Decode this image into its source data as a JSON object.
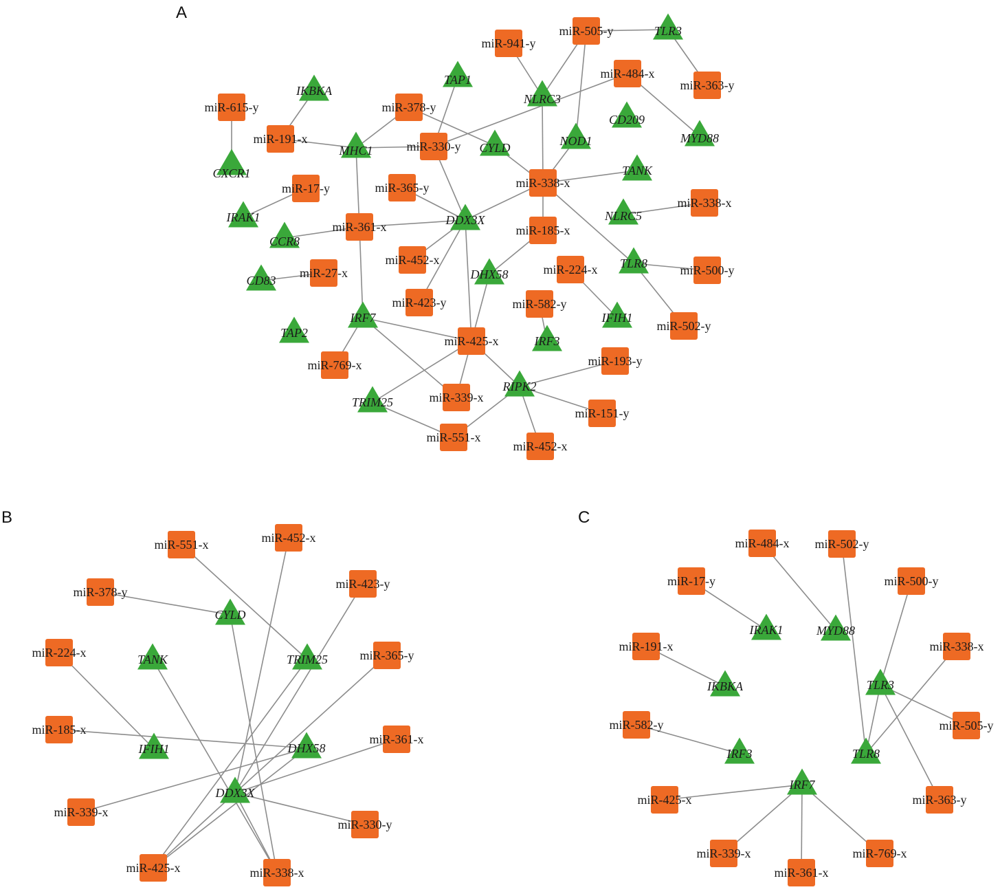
{
  "colors": {
    "mirna": "#ee6a24",
    "gene": "#3aa83a",
    "edge": "#8c8c8c"
  },
  "panels": [
    {
      "letter": "A",
      "nodes": [
        {
          "id": "a_mir615y",
          "label": "miR-615-y",
          "type": "mirna"
        },
        {
          "id": "a_ikbka",
          "label": "IKBKA",
          "type": "gene"
        },
        {
          "id": "a_mir191x",
          "label": "miR-191-x",
          "type": "mirna"
        },
        {
          "id": "a_cxcr1",
          "label": "CXCR1",
          "type": "gene"
        },
        {
          "id": "a_mhc1",
          "label": "MHC1",
          "type": "gene"
        },
        {
          "id": "a_mir378y",
          "label": "miR-378-y",
          "type": "mirna"
        },
        {
          "id": "a_tap1",
          "label": "TAP1",
          "type": "gene"
        },
        {
          "id": "a_mir941y",
          "label": "miR-941-y",
          "type": "mirna"
        },
        {
          "id": "a_mir505y",
          "label": "miR-505-y",
          "type": "mirna"
        },
        {
          "id": "a_tlr3",
          "label": "TLR3",
          "type": "gene"
        },
        {
          "id": "a_mir484x",
          "label": "miR-484-x",
          "type": "mirna"
        },
        {
          "id": "a_mir363y",
          "label": "miR-363-y",
          "type": "mirna"
        },
        {
          "id": "a_nlrc3",
          "label": "NLRC3",
          "type": "gene"
        },
        {
          "id": "a_cd209",
          "label": "CD209",
          "type": "gene"
        },
        {
          "id": "a_myd88",
          "label": "MYD88",
          "type": "gene"
        },
        {
          "id": "a_mir330y",
          "label": "miR-330-y",
          "type": "mirna"
        },
        {
          "id": "a_cyld",
          "label": "CYLD",
          "type": "gene"
        },
        {
          "id": "a_nod1",
          "label": "NOD1",
          "type": "gene"
        },
        {
          "id": "a_tank",
          "label": "TANK",
          "type": "gene"
        },
        {
          "id": "a_mir338x",
          "label": "miR-338-x",
          "type": "mirna"
        },
        {
          "id": "a_mir17y",
          "label": "miR-17-y",
          "type": "mirna"
        },
        {
          "id": "a_irak1",
          "label": "IRAK1",
          "type": "gene"
        },
        {
          "id": "a_mir365y",
          "label": "miR-365-y",
          "type": "mirna"
        },
        {
          "id": "a_mir361x",
          "label": "miR-361-x",
          "type": "mirna"
        },
        {
          "id": "a_ccr8",
          "label": "CCR8",
          "type": "gene"
        },
        {
          "id": "a_ddx3x",
          "label": "DDX3X",
          "type": "gene"
        },
        {
          "id": "a_mir185x",
          "label": "miR-185-x",
          "type": "mirna"
        },
        {
          "id": "a_nlrc5",
          "label": "NLRC5",
          "type": "gene"
        },
        {
          "id": "a_mir338x_b",
          "label": "miR-338-x",
          "type": "mirna"
        },
        {
          "id": "a_mir452x",
          "label": "miR-452-x",
          "type": "mirna"
        },
        {
          "id": "a_cd83",
          "label": "CD83",
          "type": "gene"
        },
        {
          "id": "a_mir27x",
          "label": "miR-27-x",
          "type": "mirna"
        },
        {
          "id": "a_dhx58",
          "label": "DHX58",
          "type": "gene"
        },
        {
          "id": "a_mir224x",
          "label": "miR-224-x",
          "type": "mirna"
        },
        {
          "id": "a_tlr8",
          "label": "TLR8",
          "type": "gene"
        },
        {
          "id": "a_mir500y",
          "label": "miR-500-y",
          "type": "mirna"
        },
        {
          "id": "a_mir423y",
          "label": "miR-423-y",
          "type": "mirna"
        },
        {
          "id": "a_mir582y",
          "label": "miR-582-y",
          "type": "mirna"
        },
        {
          "id": "a_ifih1",
          "label": "IFIH1",
          "type": "gene"
        },
        {
          "id": "a_mir502y",
          "label": "miR-502-y",
          "type": "mirna"
        },
        {
          "id": "a_irf7",
          "label": "IRF7",
          "type": "gene"
        },
        {
          "id": "a_irf3",
          "label": "IRF3",
          "type": "gene"
        },
        {
          "id": "a_tap2",
          "label": "TAP2",
          "type": "gene"
        },
        {
          "id": "a_mir425x",
          "label": "miR-425-x",
          "type": "mirna"
        },
        {
          "id": "a_mir769x",
          "label": "miR-769-x",
          "type": "mirna"
        },
        {
          "id": "a_mir193y",
          "label": "miR-193-y",
          "type": "mirna"
        },
        {
          "id": "a_ripk2",
          "label": "RIPK2",
          "type": "gene"
        },
        {
          "id": "a_trim25",
          "label": "TRIM25",
          "type": "gene"
        },
        {
          "id": "a_mir339x",
          "label": "miR-339-x",
          "type": "mirna"
        },
        {
          "id": "a_mir151y",
          "label": "miR-151-y",
          "type": "mirna"
        },
        {
          "id": "a_mir551x",
          "label": "miR-551-x",
          "type": "mirna"
        },
        {
          "id": "a_mir452x_b",
          "label": "miR-452-x",
          "type": "mirna"
        }
      ],
      "edges": [
        [
          "a_mir615y",
          "a_cxcr1"
        ],
        [
          "a_ikbka",
          "a_mir191x"
        ],
        [
          "a_mir191x",
          "a_mhc1"
        ],
        [
          "a_mhc1",
          "a_mir378y"
        ],
        [
          "a_mhc1",
          "a_mir330y"
        ],
        [
          "a_mhc1",
          "a_mir361x"
        ],
        [
          "a_mir378y",
          "a_cyld"
        ],
        [
          "a_tap1",
          "a_mir330y"
        ],
        [
          "a_mir330y",
          "a_mir484x"
        ],
        [
          "a_mir330y",
          "a_ddx3x"
        ],
        [
          "a_mir941y",
          "a_nlrc3"
        ],
        [
          "a_mir505y",
          "a_nlrc3"
        ],
        [
          "a_mir505y",
          "a_tlr3"
        ],
        [
          "a_mir505y",
          "a_nod1"
        ],
        [
          "a_tlr3",
          "a_mir363y"
        ],
        [
          "a_mir484x",
          "a_myd88"
        ],
        [
          "a_nlrc3",
          "a_mir338x"
        ],
        [
          "a_cyld",
          "a_mir338x"
        ],
        [
          "a_nod1",
          "a_mir338x"
        ],
        [
          "a_tank",
          "a_mir338x"
        ],
        [
          "a_mir338x",
          "a_ddx3x"
        ],
        [
          "a_mir338x",
          "a_mir185x"
        ],
        [
          "a_mir338x",
          "a_tlr8"
        ],
        [
          "a_mir17y",
          "a_irak1"
        ],
        [
          "a_mir365y",
          "a_ddx3x"
        ],
        [
          "a_mir361x",
          "a_ccr8"
        ],
        [
          "a_mir361x",
          "a_ddx3x"
        ],
        [
          "a_mir361x",
          "a_irf7"
        ],
        [
          "a_ddx3x",
          "a_mir452x"
        ],
        [
          "a_ddx3x",
          "a_mir423y"
        ],
        [
          "a_ddx3x",
          "a_mir425x"
        ],
        [
          "a_mir185x",
          "a_dhx58"
        ],
        [
          "a_nlrc5",
          "a_mir338x_b"
        ],
        [
          "a_cd83",
          "a_mir27x"
        ],
        [
          "a_dhx58",
          "a_mir425x"
        ],
        [
          "a_mir224x",
          "a_ifih1"
        ],
        [
          "a_tlr8",
          "a_mir500y"
        ],
        [
          "a_tlr8",
          "a_mir502y"
        ],
        [
          "a_mir582y",
          "a_irf3"
        ],
        [
          "a_irf7",
          "a_mir425x"
        ],
        [
          "a_irf7",
          "a_mir769x"
        ],
        [
          "a_irf7",
          "a_mir339x"
        ],
        [
          "a_mir425x",
          "a_trim25"
        ],
        [
          "a_mir425x",
          "a_mir339x"
        ],
        [
          "a_mir425x",
          "a_ripk2"
        ],
        [
          "a_ripk2",
          "a_mir193y"
        ],
        [
          "a_ripk2",
          "a_mir151y"
        ],
        [
          "a_ripk2",
          "a_mir551x"
        ],
        [
          "a_ripk2",
          "a_mir452x_b"
        ],
        [
          "a_trim25",
          "a_mir551x"
        ]
      ]
    },
    {
      "letter": "B",
      "nodes": [
        {
          "id": "b_mir551x",
          "label": "miR-551-x",
          "type": "mirna"
        },
        {
          "id": "b_mir452x",
          "label": "miR-452-x",
          "type": "mirna"
        },
        {
          "id": "b_mir378y",
          "label": "miR-378-y",
          "type": "mirna"
        },
        {
          "id": "b_mir423y",
          "label": "miR-423-y",
          "type": "mirna"
        },
        {
          "id": "b_cyld",
          "label": "CYLD",
          "type": "gene"
        },
        {
          "id": "b_mir224x",
          "label": "miR-224-x",
          "type": "mirna"
        },
        {
          "id": "b_tank",
          "label": "TANK",
          "type": "gene"
        },
        {
          "id": "b_trim25",
          "label": "TRIM25",
          "type": "gene"
        },
        {
          "id": "b_mir365y",
          "label": "miR-365-y",
          "type": "mirna"
        },
        {
          "id": "b_mir185x",
          "label": "miR-185-x",
          "type": "mirna"
        },
        {
          "id": "b_ifih1",
          "label": "IFIH1",
          "type": "gene"
        },
        {
          "id": "b_dhx58",
          "label": "DHX58",
          "type": "gene"
        },
        {
          "id": "b_mir361x",
          "label": "miR-361-x",
          "type": "mirna"
        },
        {
          "id": "b_ddx3x",
          "label": "DDX3X",
          "type": "gene"
        },
        {
          "id": "b_mir339x",
          "label": "miR-339-x",
          "type": "mirna"
        },
        {
          "id": "b_mir330y",
          "label": "miR-330-y",
          "type": "mirna"
        },
        {
          "id": "b_mir425x",
          "label": "miR-425-x",
          "type": "mirna"
        },
        {
          "id": "b_mir338x",
          "label": "miR-338-x",
          "type": "mirna"
        }
      ],
      "edges": [
        [
          "b_mir551x",
          "b_trim25"
        ],
        [
          "b_mir378y",
          "b_cyld"
        ],
        [
          "b_cyld",
          "b_mir338x"
        ],
        [
          "b_mir224x",
          "b_ifih1"
        ],
        [
          "b_tank",
          "b_mir338x"
        ],
        [
          "b_mir185x",
          "b_dhx58"
        ],
        [
          "b_mir452x",
          "b_ddx3x"
        ],
        [
          "b_mir423y",
          "b_ddx3x"
        ],
        [
          "b_mir365y",
          "b_ddx3x"
        ],
        [
          "b_mir361x",
          "b_ddx3x"
        ],
        [
          "b_mir339x",
          "b_dhx58"
        ],
        [
          "b_ddx3x",
          "b_mir330y"
        ],
        [
          "b_ddx3x",
          "b_mir425x"
        ],
        [
          "b_ddx3x",
          "b_mir338x"
        ],
        [
          "b_trim25",
          "b_mir425x"
        ],
        [
          "b_dhx58",
          "b_mir425x"
        ]
      ]
    },
    {
      "letter": "C",
      "nodes": [
        {
          "id": "c_mir484x",
          "label": "miR-484-x",
          "type": "mirna"
        },
        {
          "id": "c_mir502y",
          "label": "miR-502-y",
          "type": "mirna"
        },
        {
          "id": "c_mir17y",
          "label": "miR-17-y",
          "type": "mirna"
        },
        {
          "id": "c_mir500y",
          "label": "miR-500-y",
          "type": "mirna"
        },
        {
          "id": "c_irak1",
          "label": "IRAK1",
          "type": "gene"
        },
        {
          "id": "c_myd88",
          "label": "MYD88",
          "type": "gene"
        },
        {
          "id": "c_mir191x",
          "label": "miR-191-x",
          "type": "mirna"
        },
        {
          "id": "c_mir338x",
          "label": "miR-338-x",
          "type": "mirna"
        },
        {
          "id": "c_ikbka",
          "label": "IKBKA",
          "type": "gene"
        },
        {
          "id": "c_tlr3",
          "label": "TLR3",
          "type": "gene"
        },
        {
          "id": "c_mir582y",
          "label": "miR-582-y",
          "type": "mirna"
        },
        {
          "id": "c_mir505y",
          "label": "miR-505-y",
          "type": "mirna"
        },
        {
          "id": "c_irf3",
          "label": "IRF3",
          "type": "gene"
        },
        {
          "id": "c_tlr8",
          "label": "TLR8",
          "type": "gene"
        },
        {
          "id": "c_irf7",
          "label": "IRF7",
          "type": "gene"
        },
        {
          "id": "c_mir425x",
          "label": "miR-425-x",
          "type": "mirna"
        },
        {
          "id": "c_mir363y",
          "label": "miR-363-y",
          "type": "mirna"
        },
        {
          "id": "c_mir339x",
          "label": "miR-339-x",
          "type": "mirna"
        },
        {
          "id": "c_mir769x",
          "label": "miR-769-x",
          "type": "mirna"
        },
        {
          "id": "c_mir361x",
          "label": "miR-361-x",
          "type": "mirna"
        }
      ],
      "edges": [
        [
          "c_mir484x",
          "c_myd88"
        ],
        [
          "c_mir502y",
          "c_tlr8"
        ],
        [
          "c_mir17y",
          "c_irak1"
        ],
        [
          "c_mir500y",
          "c_tlr3"
        ],
        [
          "c_mir191x",
          "c_ikbka"
        ],
        [
          "c_mir338x",
          "c_tlr8"
        ],
        [
          "c_tlr3",
          "c_tlr8"
        ],
        [
          "c_tlr3",
          "c_mir505y"
        ],
        [
          "c_tlr3",
          "c_mir363y"
        ],
        [
          "c_mir582y",
          "c_irf3"
        ],
        [
          "c_irf7",
          "c_mir425x"
        ],
        [
          "c_irf7",
          "c_mir339x"
        ],
        [
          "c_irf7",
          "c_mir361x"
        ],
        [
          "c_irf7",
          "c_mir769x"
        ]
      ]
    }
  ]
}
